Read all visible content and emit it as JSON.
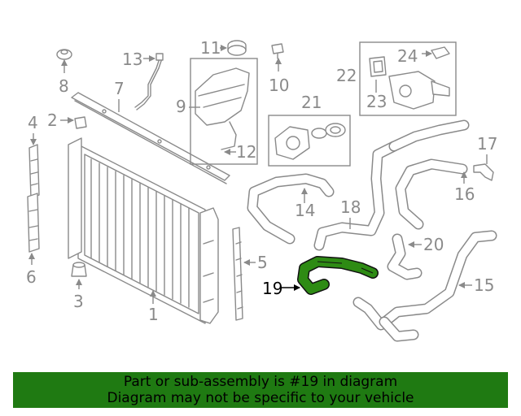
{
  "callouts": {
    "c1": "1",
    "c2": "2",
    "c3": "3",
    "c4": "4",
    "c5": "5",
    "c6": "6",
    "c7": "7",
    "c8": "8",
    "c9": "9",
    "c10": "10",
    "c11": "11",
    "c12": "12",
    "c13": "13",
    "c14": "14",
    "c15": "15",
    "c16": "16",
    "c17": "17",
    "c18": "18",
    "c19": "19",
    "c20": "20",
    "c21": "21",
    "c22": "22",
    "c23": "23",
    "c24": "24"
  },
  "highlight": {
    "part": "19",
    "color": "#2e8b14"
  },
  "banner": {
    "line1": "Part or sub-assembly is #19 in diagram",
    "line2": "Diagram may not be specific to your vehicle",
    "color": "#1f7a12"
  }
}
